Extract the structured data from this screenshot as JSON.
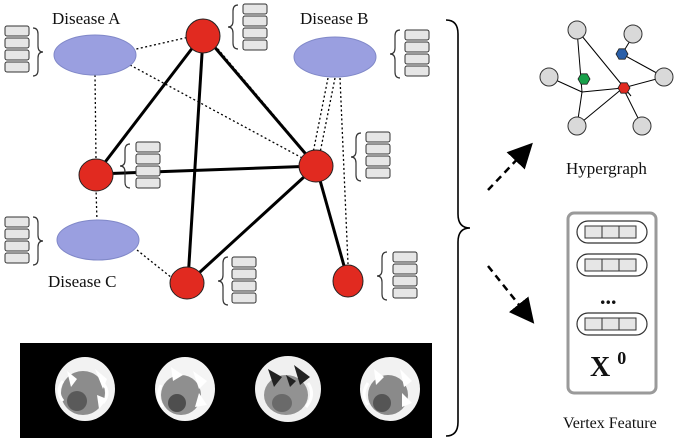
{
  "labels": {
    "disease_a": "Disease A",
    "disease_b": "Disease B",
    "disease_c": "Disease C",
    "hypergraph": "Hypergraph",
    "vertex_feature": "Vertex Feature",
    "x0_base": "X",
    "x0_sup": "0",
    "ellipsis": "..."
  },
  "colors": {
    "disease_node_fill": "#9a9fe0",
    "patient_node_fill": "#e12a20",
    "hex_blue": "#2a5fa8",
    "hex_green": "#18a14a",
    "hex_red": "#e12a20",
    "feature_cell_fill": "#e6e6e6",
    "hyper_node_fill": "#d9d9d9",
    "panel_border": "#9a9a9a"
  },
  "icons": {
    "feature_stack": "feature-vector-stack",
    "ct_slice": "ct-scan-slice",
    "arrow": "dashed-arrow"
  }
}
